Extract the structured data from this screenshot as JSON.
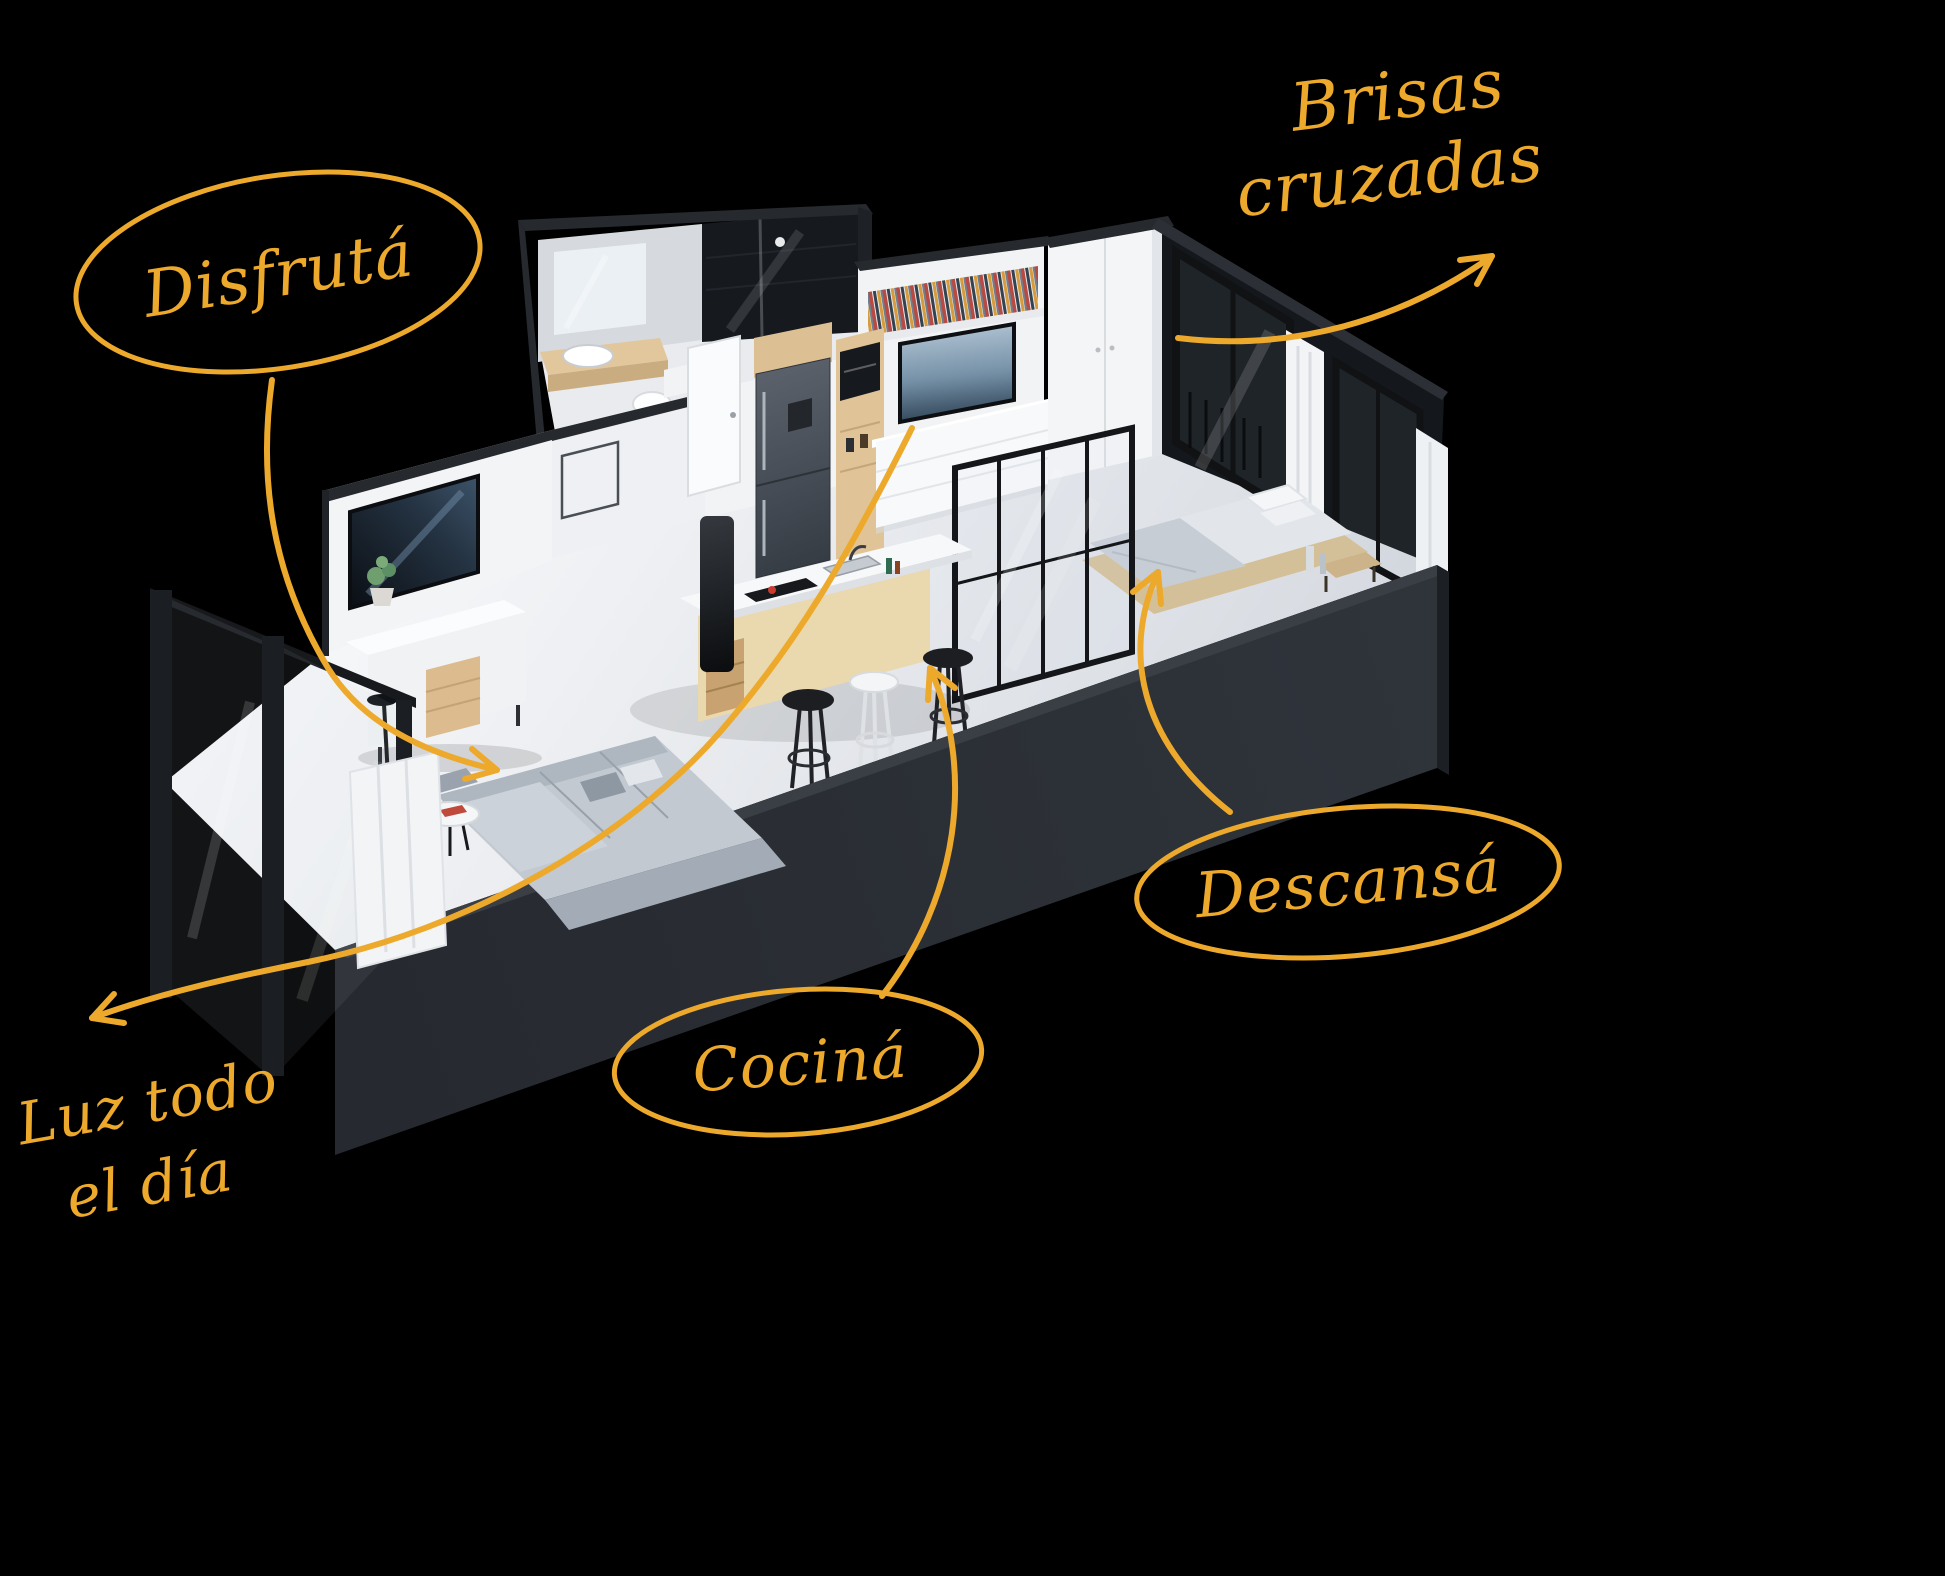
{
  "scene": {
    "background": "#000000",
    "accent": "#EDA92B",
    "description": "Isometric 3D apartment floor-plan render with handwritten marketing annotations"
  },
  "annotations": {
    "disfruta": {
      "label": "Disfrutá"
    },
    "brisas_cruzadas": {
      "line1": "Brisas",
      "line2": "cruzadas"
    },
    "descansa": {
      "label": "Descansá"
    },
    "cocina": {
      "label": "Cociná"
    },
    "luz_todo_el_dia": {
      "line1": "Luz todo",
      "line2": "el día"
    }
  }
}
